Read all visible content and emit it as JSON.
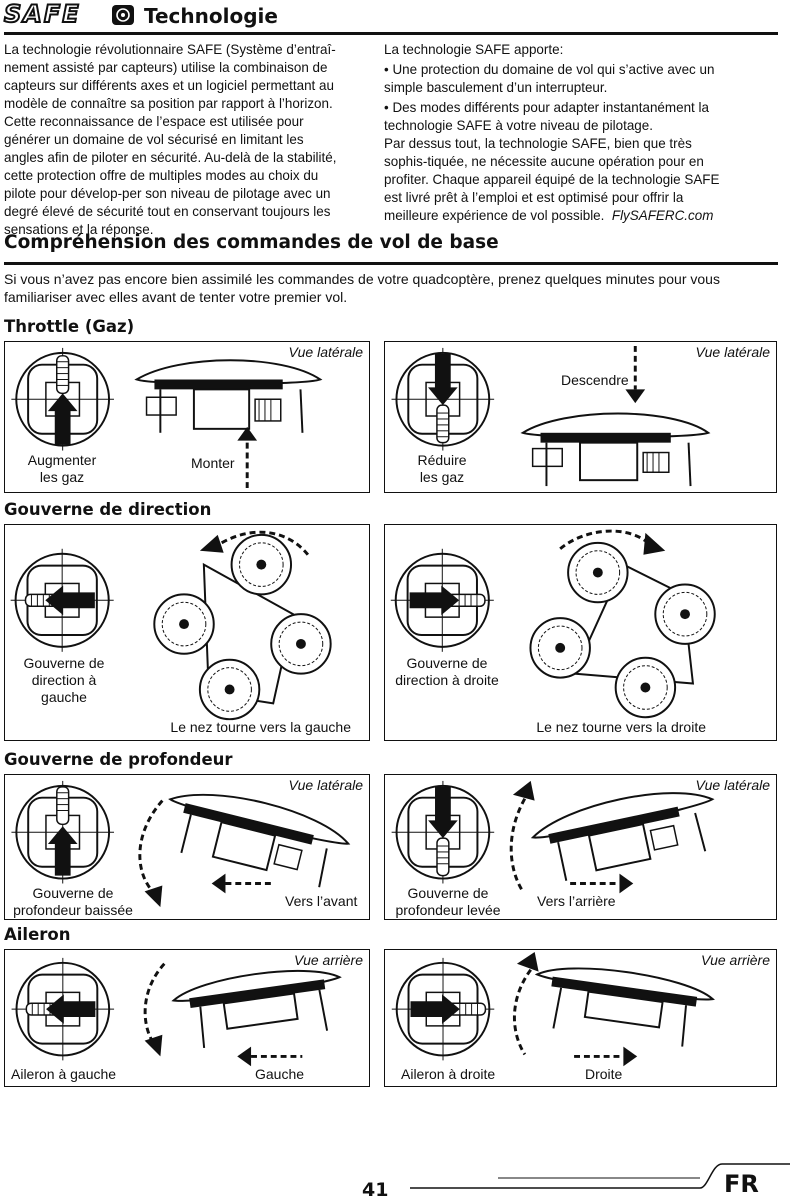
{
  "header": {
    "logo_text": "SAFE",
    "title": "Technologie"
  },
  "intro": {
    "left": "La technologie révolutionnaire SAFE (Système d’entraî-nement assisté par capteurs) utilise la combinaison de capteurs sur différents axes et un logiciel permettant au modèle de connaître sa position par rapport à l’horizon. Cette reconnaissance de l’espace est utilisée pour générer un domaine de vol sécurisé en limitant les angles afin de piloter en sécurité. Au-delà de la stabilité, cette protection offre de multiples modes au choix du pilote pour dévelop-per son niveau de pilotage avec un degré élevé de sécurité tout en conservant toujours les sensations et la réponse.",
    "right_lead": "La technologie SAFE apporte:",
    "right_b1": "• Une protection du domaine de vol qui s’active avec un simple basculement d’un interrupteur.",
    "right_b2": "• Des modes différents pour adapter instantanément la technologie SAFE à votre niveau de pilotage.",
    "right_body": "Par dessus tout, la technologie SAFE, bien que très sophis-tiquée, ne nécessite aucune opération pour en profiter. Chaque appareil équipé de la technologie SAFE est livré prêt à l’emploi et est optimisé pour offrir la meilleure expérience de vol possible.",
    "right_site": "FlySAFERC.com"
  },
  "section": {
    "title": "Compréhension des commandes de vol de base",
    "intro": "Si vous n’avez pas encore bien assimilé les commandes de votre quadcoptère, prenez quelques minutes pour vous familiariser avec elles avant de tenter votre premier vol."
  },
  "throttle": {
    "title": "Throttle (Gaz)",
    "left_view": "Vue latérale",
    "left_stick": "Augmenter\nles gaz",
    "left_move": "Monter",
    "right_view": "Vue latérale",
    "right_stick": "Réduire\nles gaz",
    "right_move": "Descendre"
  },
  "rudder": {
    "title": "Gouverne de direction",
    "left_stick": "Gouverne de\ndirection à gauche",
    "left_move": "Le nez tourne vers la gauche",
    "right_stick": "Gouverne de\ndirection à droite",
    "right_move": "Le nez tourne vers la droite"
  },
  "elevator": {
    "title": "Gouverne de profondeur",
    "left_view": "Vue latérale",
    "left_stick": "Gouverne de\nprofondeur baissée",
    "left_move": "Vers l’avant",
    "right_view": "Vue latérale",
    "right_stick": "Gouverne de\nprofondeur levée",
    "right_move": "Vers l’arrière"
  },
  "aileron": {
    "title": "Aileron",
    "left_view": "Vue arrière",
    "left_stick": "Aileron à gauche",
    "left_move": "Gauche",
    "right_view": "Vue arrière",
    "right_stick": "Aileron à droite",
    "right_move": "Droite"
  },
  "footer": {
    "page": "41",
    "lang": "FR"
  }
}
